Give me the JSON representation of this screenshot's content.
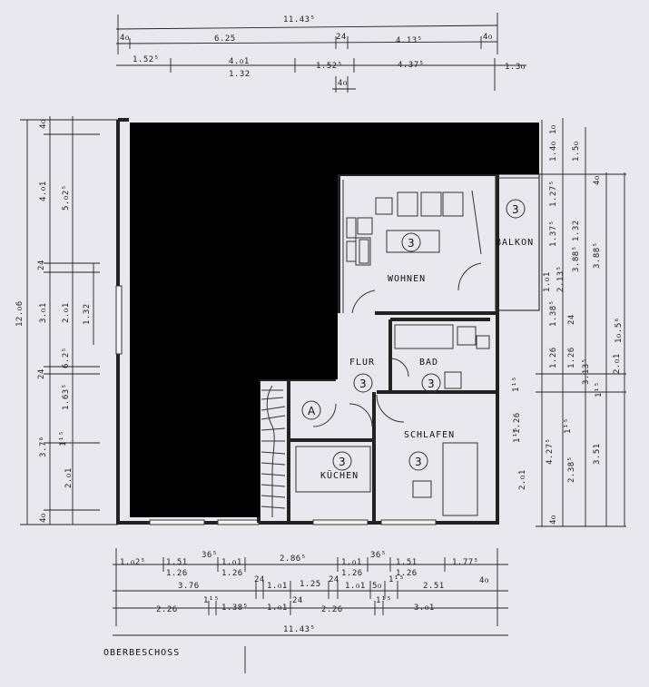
{
  "plan": {
    "title": "OBERBESCHOSS",
    "rooms": {
      "wohnen": "WOHNEN",
      "balkon": "BALKON",
      "flur": "FLUR",
      "bad": "BAD",
      "schlafen": "SCHLAFEN",
      "kuchen": "KÜCHEN"
    },
    "markers": {
      "three": "3",
      "a": "A"
    }
  },
  "dimensions": {
    "top": {
      "total": "11.43⁵",
      "r1": [
        "4ᴏ",
        "6.25",
        "24",
        "4.13⁵",
        "4ᴏ"
      ],
      "r2": [
        "1.52⁵",
        "4.ᴏ1",
        "1.32",
        "1.52⁵",
        "4.37⁵",
        "1.3ᴏ"
      ],
      "small": "4ᴏ"
    },
    "left": [
      "4ᴏ",
      "4.ᴏ1",
      "5.ᴏ2⁵",
      "12.ᴏ6",
      "24",
      "3.ᴏ1",
      "2.ᴏ1",
      "1.32",
      "24",
      "6.2⁵",
      "1.63⁵",
      "3.7⁶",
      "1¹⁵",
      "2.ᴏ1",
      "4ᴏ"
    ],
    "right": [
      "1.4ᴏ",
      "1.5ᴏ",
      "1ᴏ",
      "4ᴏ",
      "1.27⁵",
      "1.37⁵",
      "1.32",
      "3.88⁵",
      "3.88⁵",
      "1.ᴏ1",
      "2.13⁵",
      "1.38⁵",
      "24",
      "1ᴏ.5⁶",
      "1.26",
      "1.26",
      "3.13⁵",
      "2.ᴏ1",
      "1¹⁵",
      "1¹⁵",
      "4.27⁵",
      "2.38⁵",
      "3.51",
      "2.ᴏ1",
      "1.26",
      "1¹⁵",
      "1¹⁵",
      "4ᴏ"
    ],
    "bottom": {
      "r1": [
        "1.ᴏ2⁵",
        "1.51",
        "36⁵",
        "1.ᴏ1",
        "2.86⁵",
        "1.ᴏ1",
        "36⁵",
        "1.51",
        "1.77⁵"
      ],
      "r1b": [
        "1.26",
        "1.26",
        "1.26",
        "1.26"
      ],
      "r2": [
        "3.76",
        "24",
        "1.ᴏ1",
        "1.25",
        "24",
        "1.ᴏ1",
        "5ᴏ",
        "1¹⁵",
        "2.51",
        "4ᴏ"
      ],
      "r3": [
        "2.26",
        "1¹⁵",
        "1.38⁵",
        "1.ᴏ1",
        "24",
        "2.26",
        "1¹⁵",
        "3.ᴏ1"
      ],
      "total": "11.43⁵"
    }
  }
}
